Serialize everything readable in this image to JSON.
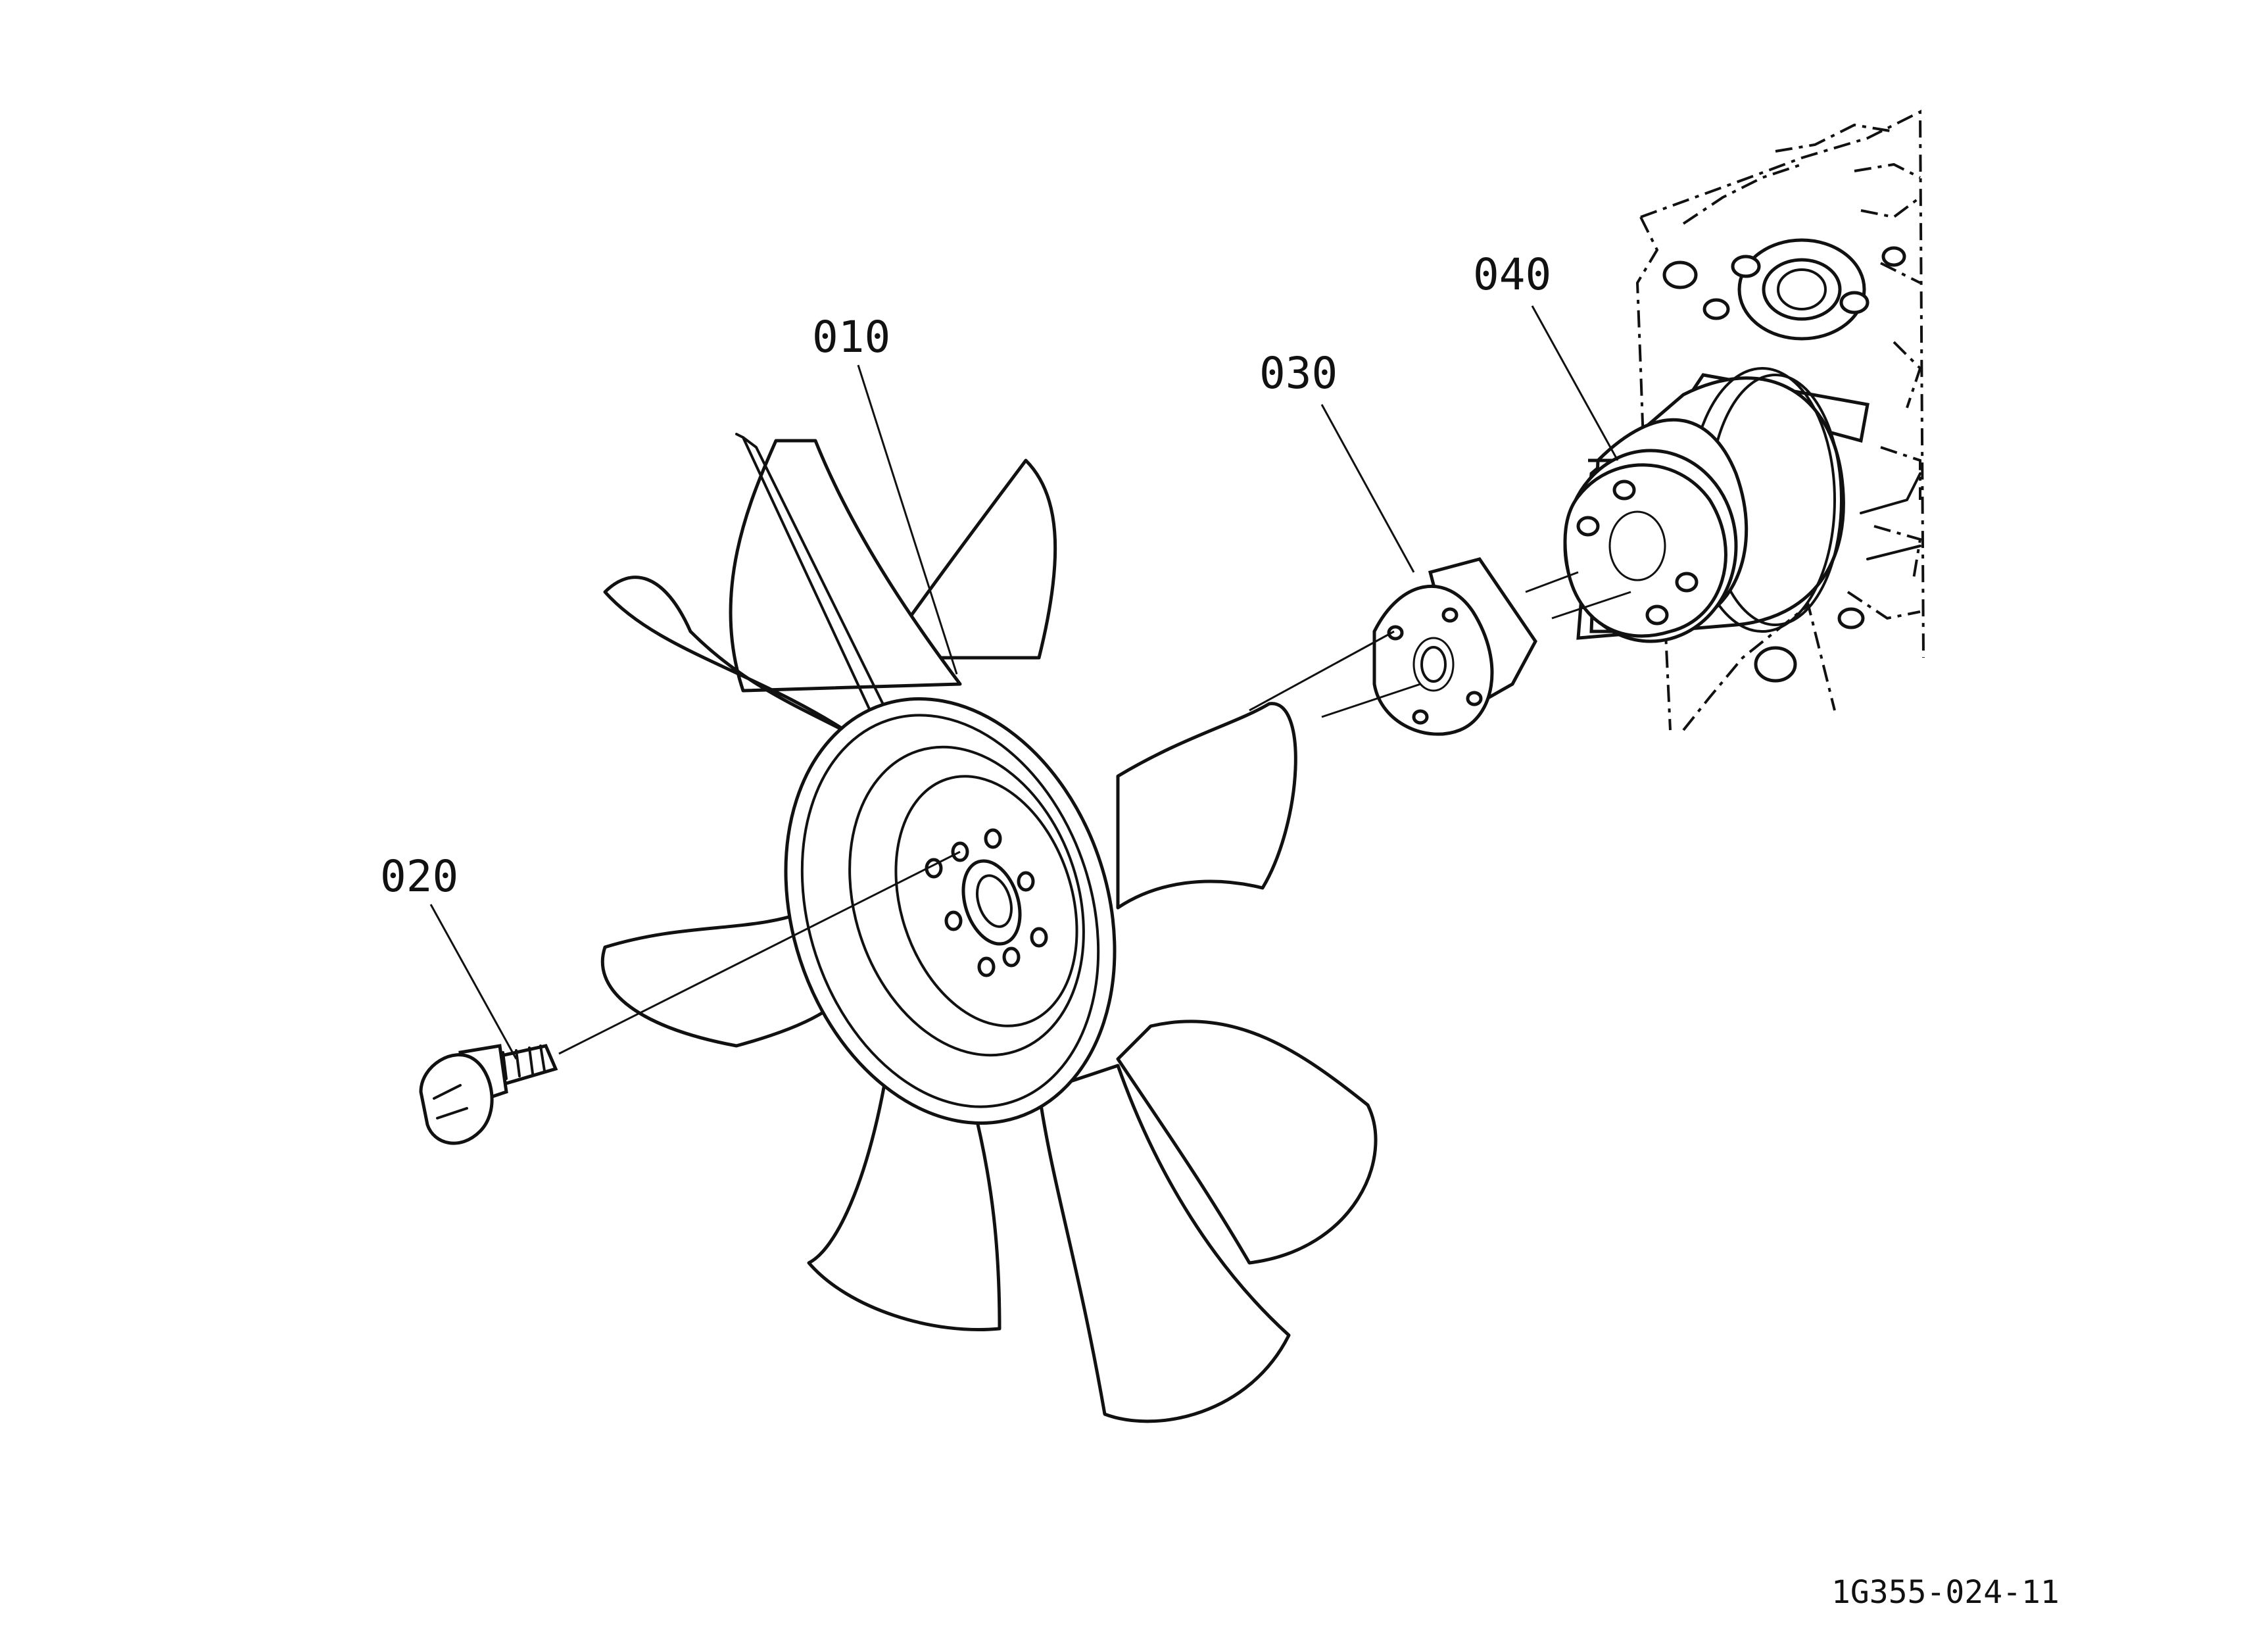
{
  "parts": [
    {
      "id": "010",
      "label": "010",
      "name": "fan"
    },
    {
      "id": "020",
      "label": "020",
      "name": "bolt"
    },
    {
      "id": "030",
      "label": "030",
      "name": "spacer"
    },
    {
      "id": "040",
      "label": "040",
      "name": "pulley"
    }
  ],
  "labels": {
    "p010": "010",
    "p020": "020",
    "p030": "030",
    "p040": "040"
  },
  "doc_code": "1G355-024-11",
  "colors": {
    "ink": "#111111",
    "paper": "#ffffff"
  }
}
